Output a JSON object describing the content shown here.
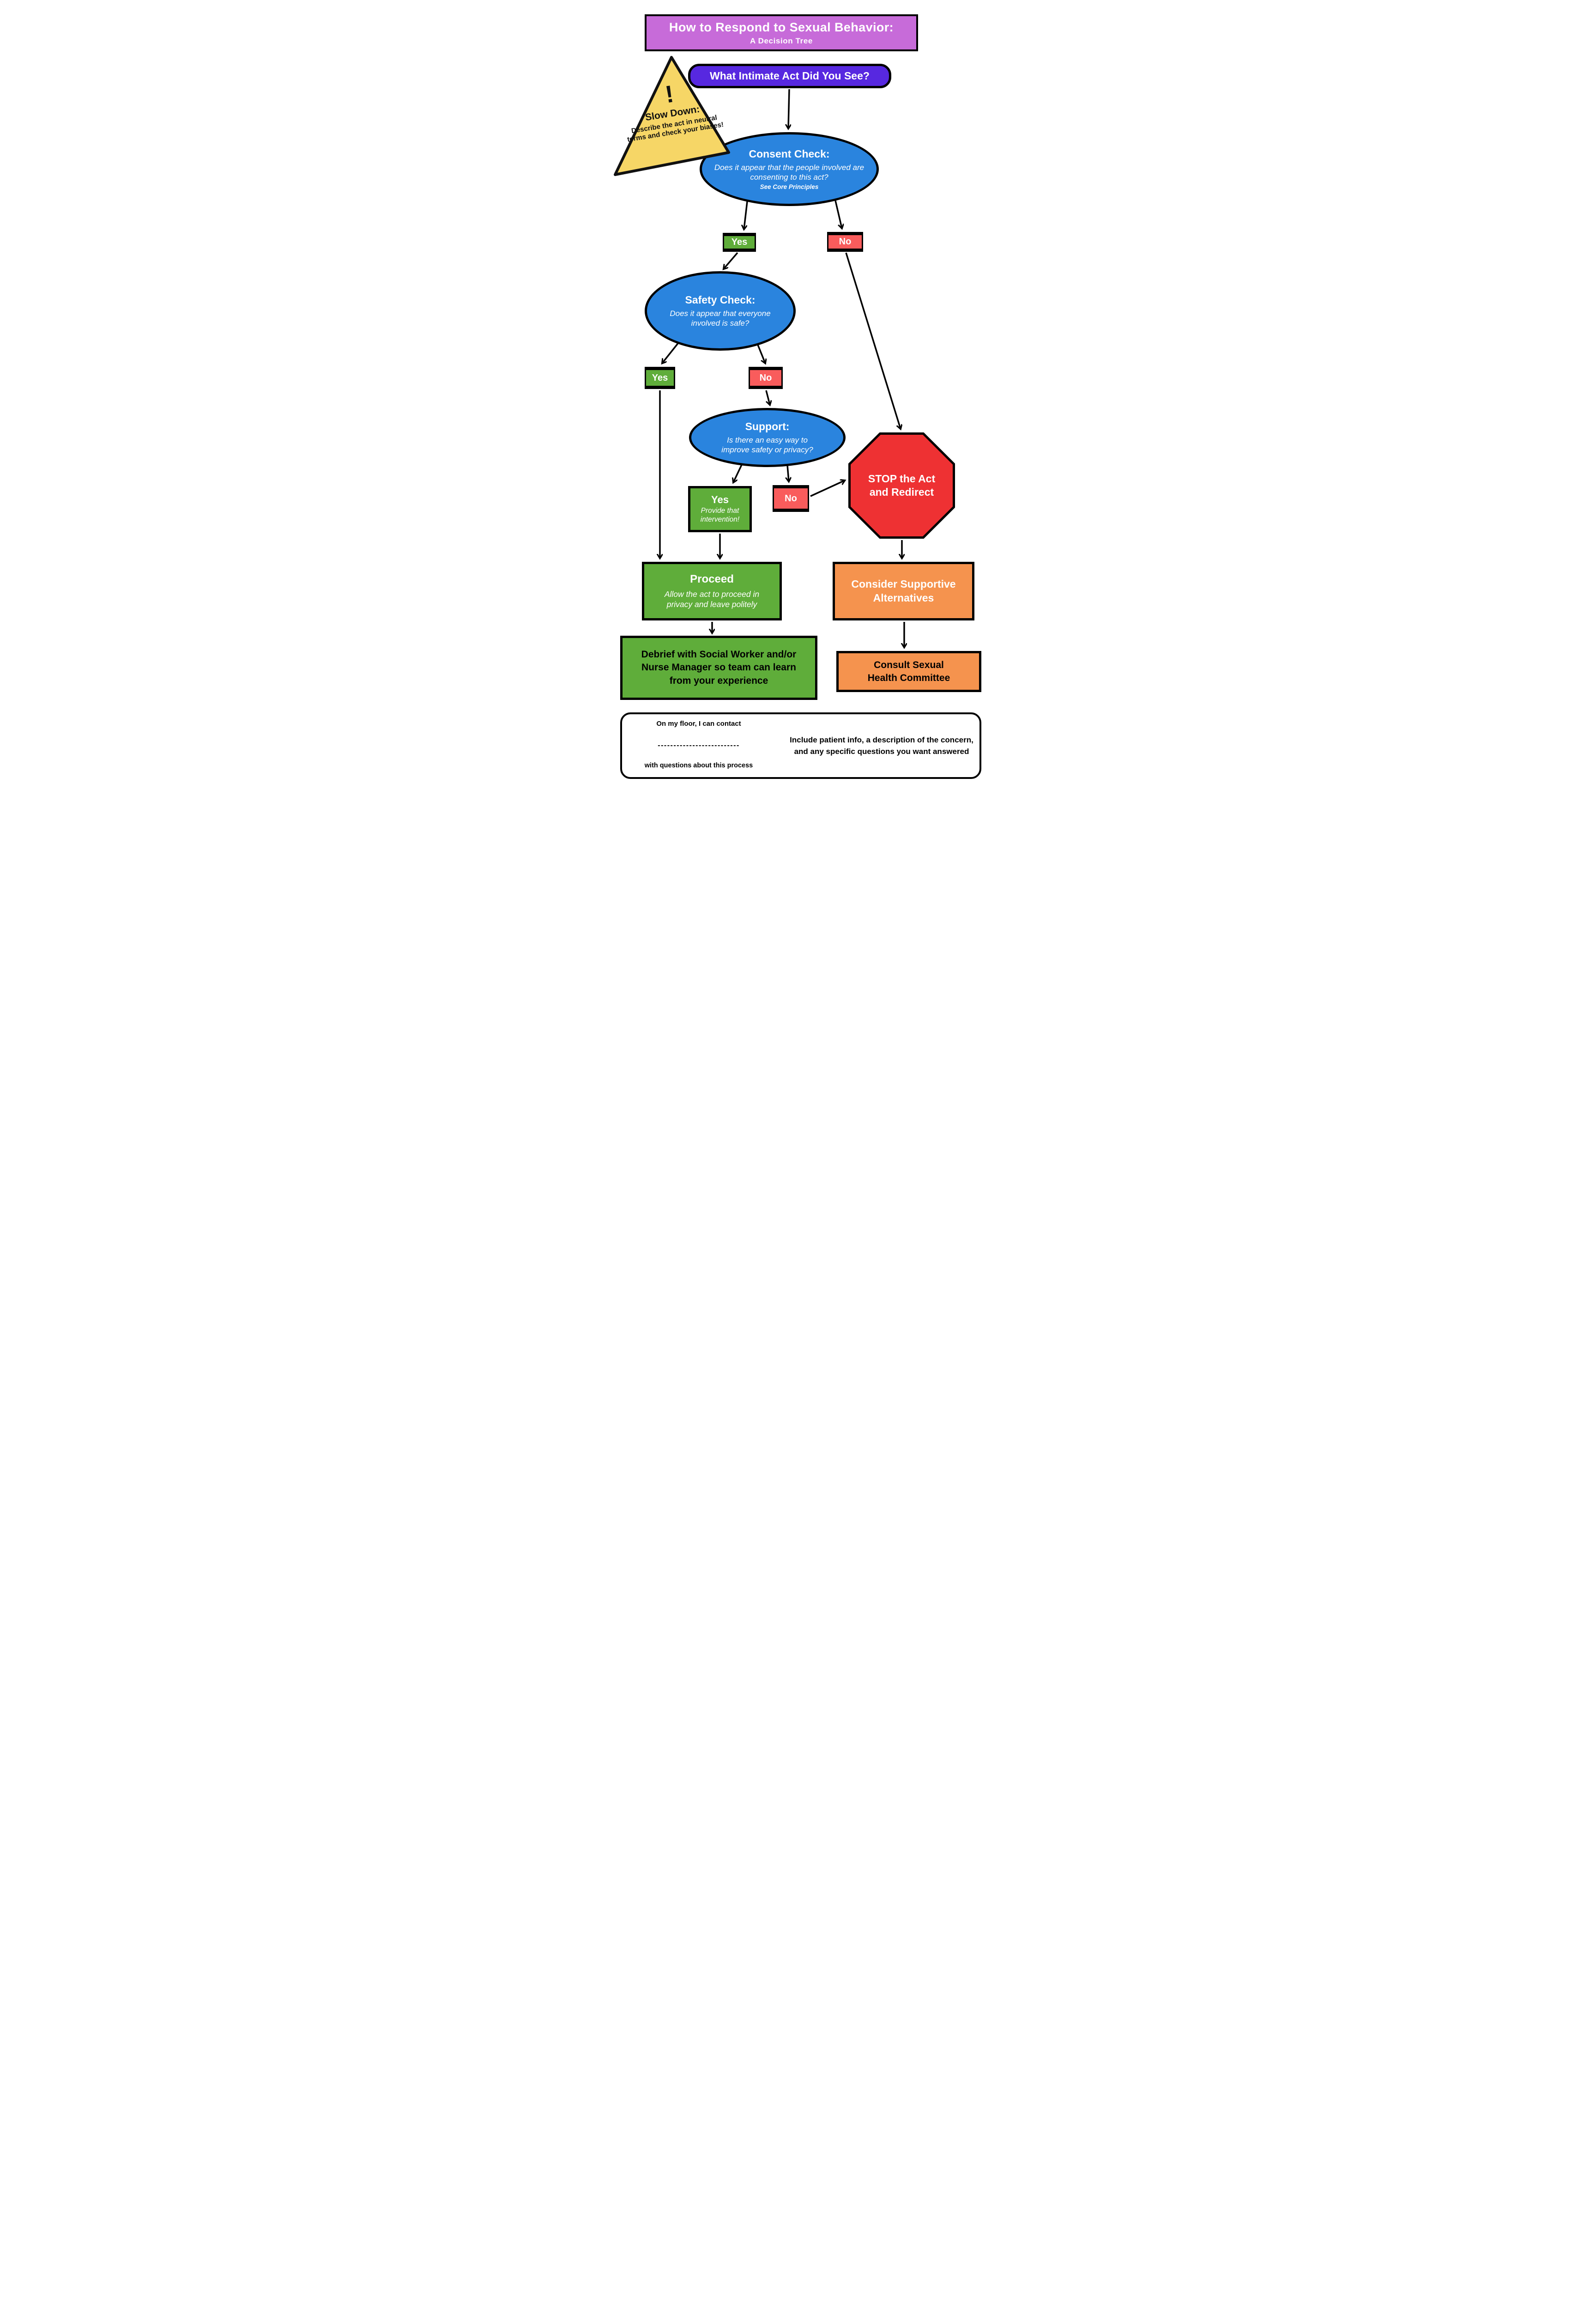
{
  "title": {
    "line1": "How to Respond to Sexual Behavior:",
    "line2": "A Decision Tree"
  },
  "warning": {
    "exclamation": "!",
    "heading": "Slow Down:",
    "body": "Describe the act in neutral terms and check your biases!"
  },
  "nodes": {
    "question": {
      "label": "What Intimate Act Did You See?"
    },
    "consent": {
      "title": "Consent Check:",
      "question": "Does it appear that the people involved are consenting to this act?",
      "note": "See Core Principles"
    },
    "consent_yes": {
      "label": "Yes"
    },
    "consent_no": {
      "label": "No"
    },
    "safety": {
      "title": "Safety Check:",
      "question": "Does it appear that everyone involved is safe?"
    },
    "safety_yes": {
      "label": "Yes"
    },
    "safety_no": {
      "label": "No"
    },
    "support": {
      "title": "Support:",
      "question": "Is there an easy way to improve safety or privacy?"
    },
    "support_yes": {
      "label": "Yes",
      "sub": "Provide that intervention!"
    },
    "support_no": {
      "label": "No"
    },
    "stop": {
      "label": "STOP the Act and Redirect"
    },
    "proceed": {
      "title": "Proceed",
      "sub": "Allow the act to proceed in privacy and leave politely"
    },
    "debrief": {
      "label": "Debrief with Social Worker and/or Nurse Manager so team can learn from your experience"
    },
    "alternatives": {
      "label": "Consider Supportive Alternatives"
    },
    "committee": {
      "label": "Consult Sexual Health Committee"
    }
  },
  "footer": {
    "contact_line1": "On my floor, I can contact",
    "blank_line": "--------------------------",
    "contact_line2": "with questions about this process",
    "note": "Include patient info, a description of the concern, and any specific questions you want answered"
  },
  "colors": {
    "banner": "#c76bd9",
    "question_box": "#5728e0",
    "check_ellipse": "#2a84de",
    "yes_green": "#5fad3a",
    "no_red": "#f95c5c",
    "stop_red": "#ee3133",
    "action_orange": "#f5934e",
    "warning_yellow": "#f6d666"
  }
}
